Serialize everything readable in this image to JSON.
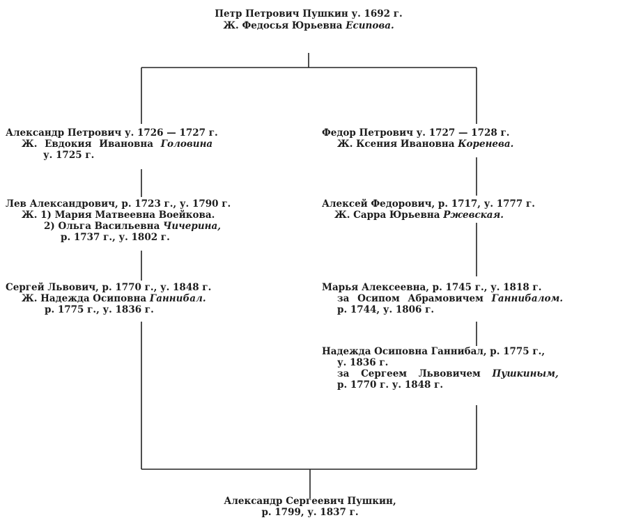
{
  "root": {
    "name": "Петр Петрович Пушкин у. 1692 г.",
    "wife_prefix": "Ж. Федосья Юрьевна ",
    "wife_surname": "Есипова."
  },
  "left": [
    {
      "name": "Александр Петрович у. 1726 — 1727 г.",
      "wife_prefix": "Ж. Евдокия Ивановна ",
      "wife_surname": "Головина",
      "extra": "у. 1725 г."
    },
    {
      "name": "Лев Александрович, р. 1723 г., у. 1790 г.",
      "wife1": "Ж. 1) Мария Матвеевна Воейкова.",
      "wife2_prefix": "2) Ольга Васильевна ",
      "wife2_surname": "Чичерина,",
      "extra": "р. 1737 г., у. 1802 г."
    },
    {
      "name": "Сергей Львович, р. 1770 г., у. 1848 г.",
      "wife_prefix": "Ж. Надежда Осиповна ",
      "wife_surname": "Ганнибал.",
      "extra": "р. 1775 г., у. 1836 г."
    }
  ],
  "right": [
    {
      "name": "Федор Петрович у. 1727 — 1728 г.",
      "wife_prefix": "Ж. Ксения Ивановна ",
      "wife_surname": "Коренева."
    },
    {
      "name": "Алексей Федорович, р. 1717, у. 1777 г.",
      "wife_prefix": "Ж. Сарра Юрьевна ",
      "wife_surname": "Ржевская."
    },
    {
      "name": "Марья Алексеевна, р. 1745 г., у. 1818 г.",
      "husband_prefix": "за Осипом Абрамовичем ",
      "husband_surname": "Ганнибалом.",
      "extra": "р. 1744, у. 1806 г."
    },
    {
      "name": "Надежда Осиповна Ганнибал, р. 1775 г.,",
      "name_cont": "у. 1836 г.",
      "husband_prefix": "за Сергеем Львовичем ",
      "husband_surname": "Пушкиным,",
      "extra": "р. 1770 г. у. 1848 г."
    }
  ],
  "bottom": {
    "name": "Александр Сергеевич Пушкин,",
    "dates": "р. 1799, у. 1837 г."
  }
}
